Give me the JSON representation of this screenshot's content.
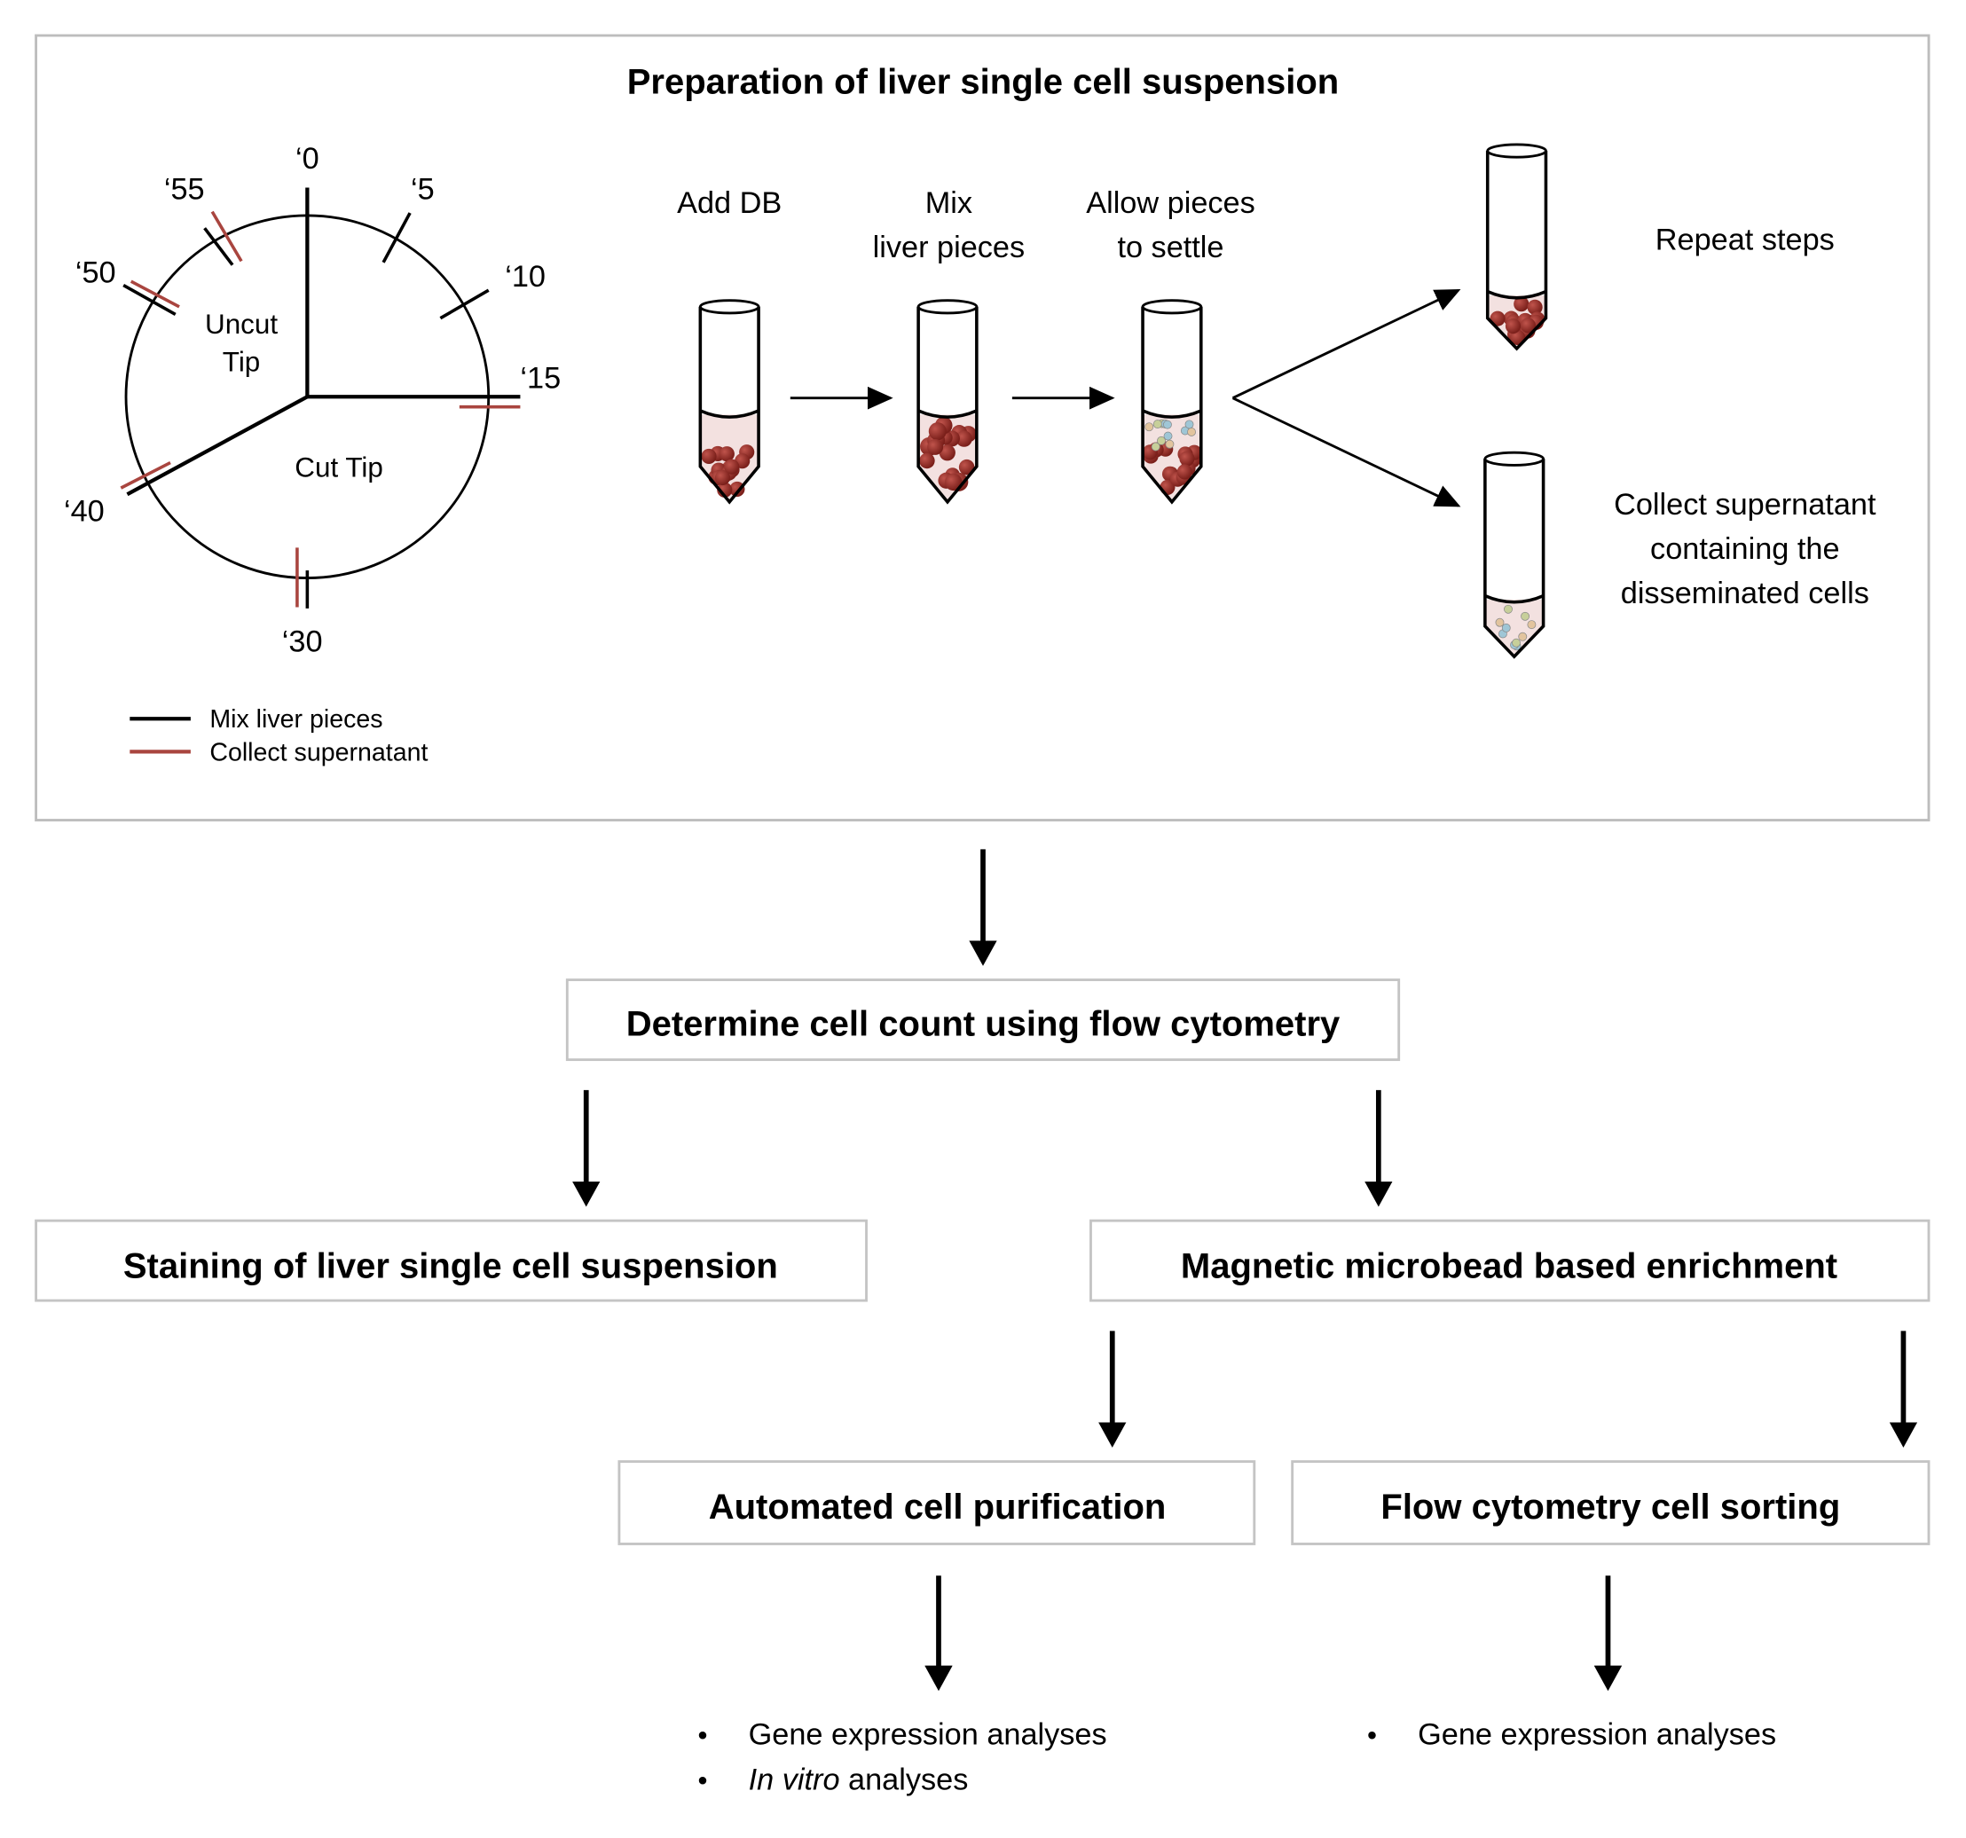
{
  "prep_panel": {
    "title": "Preparation of liver single cell suspension",
    "clock": {
      "time_labels": [
        "‘0",
        "‘5",
        "‘10",
        "‘15",
        "‘30",
        "‘40",
        "‘50",
        "‘55"
      ],
      "region_labels": {
        "uncut_line1": "Uncut",
        "uncut_line2": "Tip",
        "cut": "Cut Tip"
      },
      "mix_marks_minutes": [
        5,
        10,
        15,
        30,
        40,
        50,
        55
      ],
      "collect_marks_minutes": [
        15,
        30,
        40,
        50,
        55
      ]
    },
    "legend": [
      {
        "label": "Mix liver pieces",
        "color": "#000000"
      },
      {
        "label": "Collect supernatant",
        "color": "#a9453f"
      }
    ],
    "steps": [
      {
        "line1": "Add DB",
        "line2": ""
      },
      {
        "line1": "Mix",
        "line2": "liver pieces"
      },
      {
        "line1": "Allow pieces",
        "line2": "to settle"
      }
    ],
    "outcomes": {
      "repeat": "Repeat steps",
      "collect_line1": "Collect supernatant",
      "collect_line2": "containing the",
      "collect_line3": "disseminated cells"
    }
  },
  "flow": {
    "cell_count": "Determine cell count using flow cytometry",
    "staining": "Staining of liver single cell suspension",
    "magnetic": "Magnetic microbead based enrichment",
    "automated": "Automated cell purification",
    "sorting": "Flow cytometry cell sorting",
    "automated_outputs": [
      "Gene expression analyses",
      "In vitro",
      " analyses"
    ],
    "sorting_outputs": [
      "Gene expression analyses"
    ],
    "bullet": "•"
  },
  "colors": {
    "collect": "#a9453f",
    "cell": "#8e2a24",
    "liquid": "#f3dede",
    "border": "#c4c4c4"
  }
}
